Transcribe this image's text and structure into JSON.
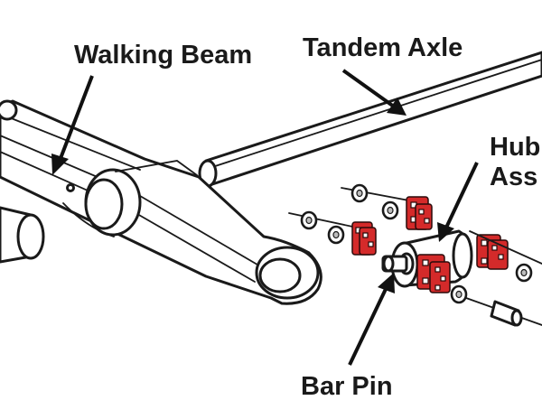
{
  "labels": {
    "walking_beam": "Walking Beam",
    "tandem_axle": "Tandem Axle",
    "hub_line1": "Hub",
    "hub_line2": "Ass",
    "bar_pin": "Bar Pin"
  },
  "colors": {
    "ink": "#1a1a1a",
    "bushing_red": "#d42a2a",
    "background": "#ffffff"
  }
}
